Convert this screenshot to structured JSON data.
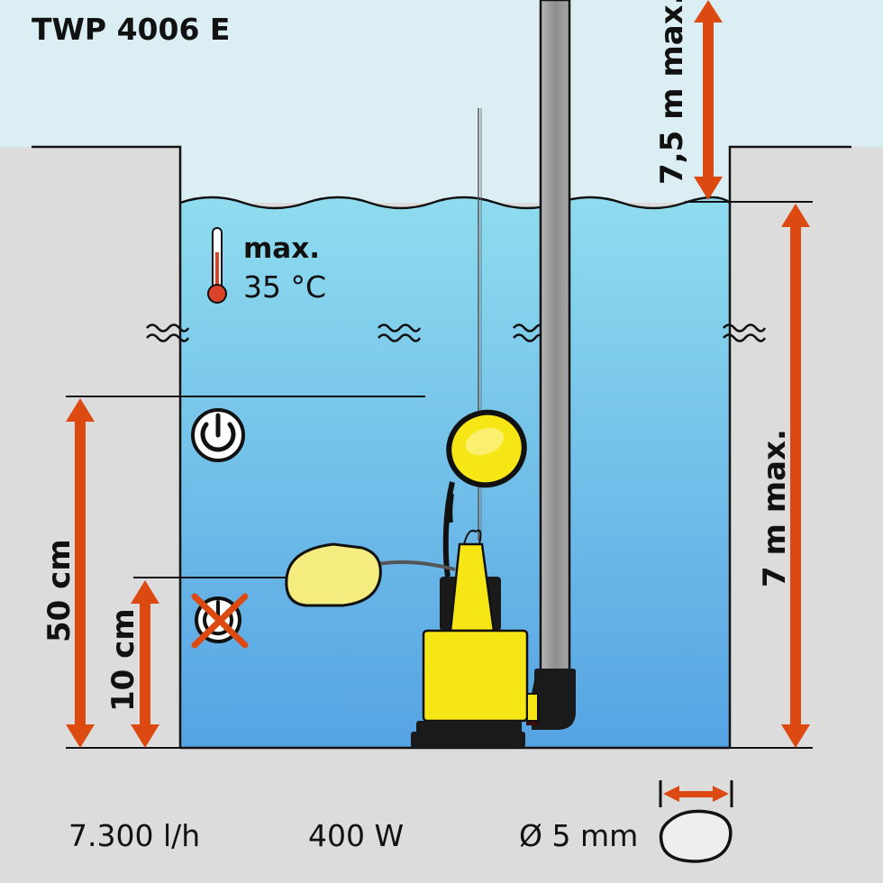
{
  "title": "TWP 4006 E",
  "temperature": {
    "line1": "max.",
    "line2": "35 °C"
  },
  "dimensions": {
    "discharge_height": "7,5 m max.",
    "immersion_depth": "7 m max.",
    "switch_on_level": "50 cm",
    "switch_off_level": "10 cm"
  },
  "specs": {
    "flow_rate": "7.300 l/h",
    "power": "400 W",
    "particle_size": "Ø 5 mm"
  },
  "icons": {
    "power_on": "power-icon",
    "power_off": "power-off-icon",
    "thermometer": "thermometer-icon",
    "particle": "pebble-icon"
  },
  "colors": {
    "sky": "#daeef4",
    "ground": "#dcdcdc",
    "water_top": "#8fdcef",
    "water_bottom": "#55a3e3",
    "arrow": "#dc4a12",
    "pump_yellow": "#f6e616",
    "pipe_gray": "#9a9a9a",
    "thermo_red": "#d8432a"
  }
}
